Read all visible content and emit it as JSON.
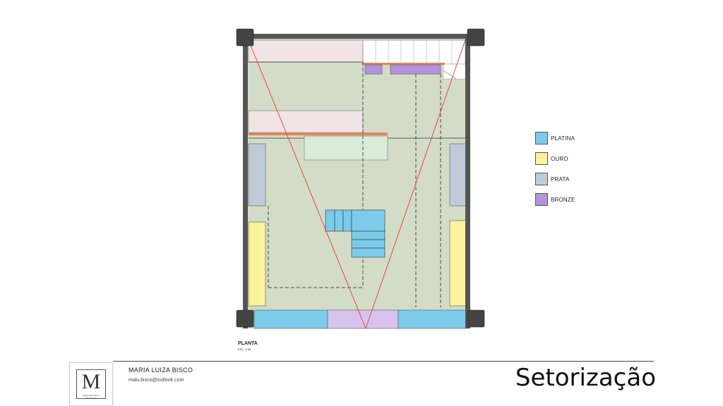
{
  "plan": {
    "title": "PLANTA",
    "scale": "ESC. 1:50"
  },
  "legend": {
    "items": [
      {
        "label": "PLATINA",
        "color": "#7ccbea"
      },
      {
        "label": "OURO",
        "color": "#fbf39c"
      },
      {
        "label": "PRATA",
        "color": "#bfcbd9"
      },
      {
        "label": "BRONZE",
        "color": "#b293dc"
      }
    ]
  },
  "colors": {
    "floor": "#d3dcc7",
    "wall": "#555555",
    "pillar": "#444444",
    "platina": "#7ccbea",
    "ouro": "#fbf39c",
    "prata": "#bfcbd9",
    "bronze": "#b293dc",
    "bronze_light": "#d6c4ef",
    "pink_zone": "#f1e4e4",
    "mint_zone": "#d9ecd9",
    "orange_beam": "#e0865c",
    "sightline": "#e53935"
  },
  "footer": {
    "logo_letter": "M",
    "logo_subtitle": "ARQUITETURA & INTERIORES",
    "author_name": "MARIA LUIZA BISCO",
    "author_email": "malu.bisco@outlook.com",
    "page_title": "Setorização"
  }
}
